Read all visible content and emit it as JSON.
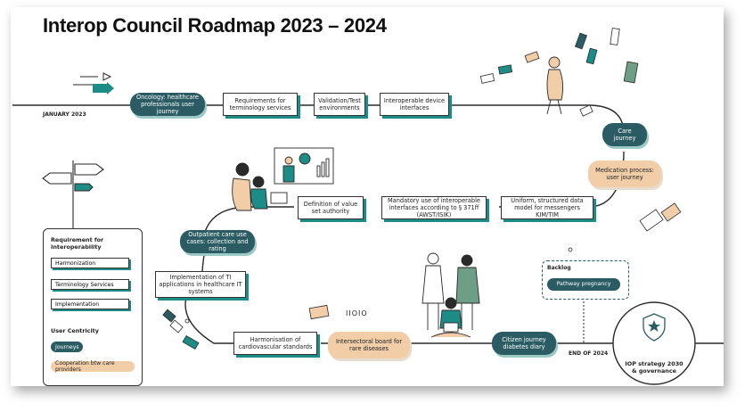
{
  "title": "Interop Council Roadmap 2023 – 2024",
  "start_label": "JANUARY 2023",
  "end_label": "END OF 2024",
  "iiolo": "IIOIO",
  "row1": {
    "oncology": "Oncology: healthcare professionals user journey",
    "requirements": "Requirements for terminology services",
    "validation": "Validation/Test environments",
    "device": "Interoperable device interfaces"
  },
  "care_journey": "Care journey",
  "medication": "Medication process: user journey",
  "row2": {
    "value_set": "Definition of value set authority",
    "mandatory": "Mandatory use of interoperable interfaces according to § 371ff (AWST/ISIK)",
    "uniform": "Uniform, structured data model for messengers KIM/TIM"
  },
  "outpatient": "Outpatient care use cases: collection and rating",
  "ti_apps": "Implementation of TI applications in healthcare IT systems",
  "row3": {
    "cardio": "Harmonisation of cardiovascular standards",
    "board": "Intersectoral board for rare diseases",
    "citizen": "Citizen journey diabetes diary"
  },
  "backlog": {
    "title": "Backlog",
    "item": "Pathway pregnancy"
  },
  "strategy": "IOP strategy 2030 & governance",
  "legend": {
    "heading1": "Requirement for Interoperability",
    "items1": [
      "Harmonization",
      "Terminology Services",
      "Implementation"
    ],
    "heading2": "User Centricity",
    "items2": [
      "Journeys",
      "Cooperation btw care providers"
    ]
  },
  "colors": {
    "teal_dark": "#2b5c63",
    "teal_accent": "#1d8b86",
    "peach": "#f1cda8",
    "path": "#2a2a2a"
  }
}
